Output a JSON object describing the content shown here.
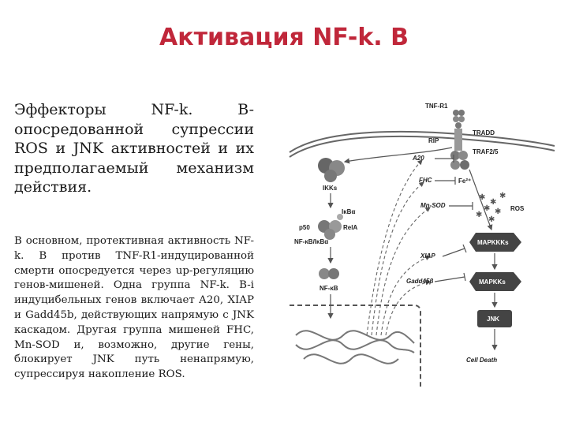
{
  "slide": {
    "title": "Активация NF-k. B",
    "heading": "Эффекторы NF-k. B-опосредованной супрессии ROS и JNK активностей и их предполагаемый механизм действия.",
    "body": "В основном, протективная активность NF-k. B против TNF-R1-индуцированной смерти опосредуется через up-регуляцию генов-мишеней. Одна группа NF-k. B-i индуцибельных генов включает A20, XIAP и Gadd45b, действующих напрямую с JNK каскадом. Другая группа мишеней FHC, Mn-SOD и, возможно, другие гены, блокирует JNK путь ненапрямую, супрессируя накопление ROS."
  },
  "diagram": {
    "receptor": "TNF-R1",
    "tradd": "TRADD",
    "traf": "TRAF2/5",
    "rip": "RIP",
    "ikks": "IKKs",
    "ikba": "IκBα",
    "p50": "p50",
    "rela": "RelA",
    "nfkb_complex": "NF-κB/IκBα",
    "nfkb": "NF-κB",
    "a20": "A20",
    "fhc": "FHC",
    "fe": "Fe²⁺",
    "mnsod": "Mn-SOD",
    "ros": "ROS",
    "xiap": "XIAP",
    "gadd": "Gadd45β",
    "mapkkks": "MAPKKKs",
    "mapkks": "MAPKKs",
    "jnk": "JNK",
    "death": "Cell Death"
  }
}
